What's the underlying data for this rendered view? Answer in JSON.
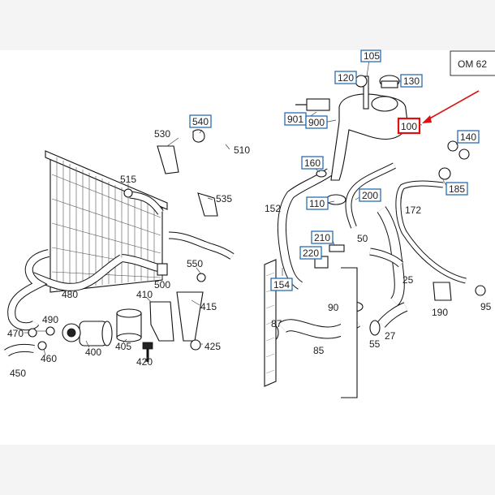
{
  "engine_code": "OM 62",
  "highlight_color": "#d11111",
  "box_color": "#2b6cb0",
  "labels": {
    "l105": "105",
    "l120": "120",
    "l130": "130",
    "l901": "901",
    "l900": "900",
    "l100": "100",
    "l140": "140",
    "l160": "160",
    "l110": "110",
    "l200": "200",
    "l185": "185",
    "l152": "152",
    "l172": "172",
    "l210": "210",
    "l220": "220",
    "l50": "50",
    "l154": "154",
    "l25": "25",
    "l90": "90",
    "l87": "87",
    "l85": "85",
    "l55": "55",
    "l27": "27",
    "l190": "190",
    "l95": "95",
    "l540": "540",
    "l530": "530",
    "l510": "510",
    "l515": "515",
    "l535": "535",
    "l550": "550",
    "l500": "500",
    "l480": "480",
    "l410": "410",
    "l415": "415",
    "l490": "490",
    "l470": "470",
    "l460": "460",
    "l400": "400",
    "l405": "405",
    "l420": "420",
    "l425": "425",
    "l450": "450"
  }
}
